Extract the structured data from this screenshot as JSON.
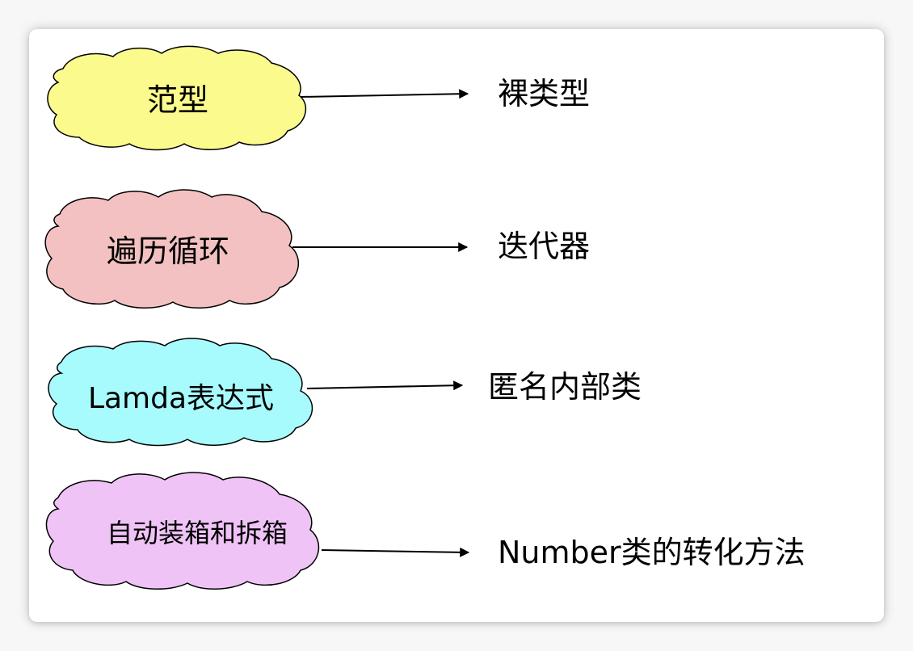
{
  "rows": [
    {
      "source": "范型",
      "target": "裸类型",
      "cloud_color": "#fbfa8c"
    },
    {
      "source": "遍历循环",
      "target": "迭代器",
      "cloud_color": "#f3c1c1"
    },
    {
      "source": "Lamda表达式",
      "target": "匿名内部类",
      "cloud_color": "#a7fbfd"
    },
    {
      "source": "自动装箱和拆箱",
      "target": "Number类的转化方法",
      "cloud_color": "#f0c3f6"
    }
  ]
}
